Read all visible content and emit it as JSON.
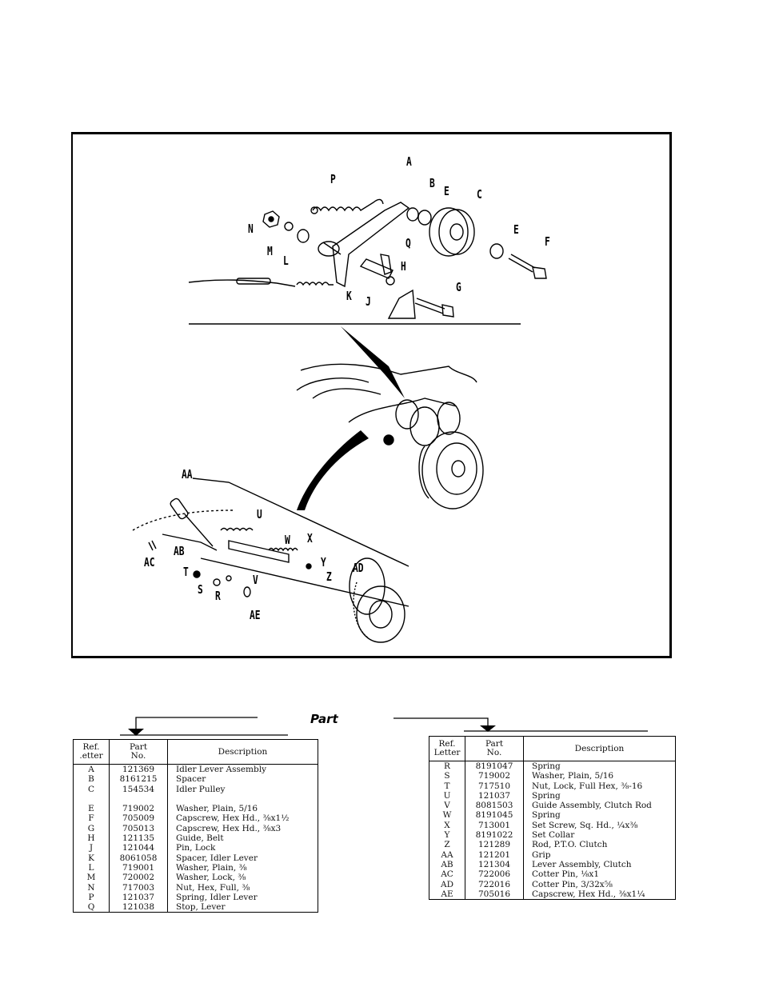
{
  "figure": {
    "callouts": {
      "P": "P",
      "A": "A",
      "B": "B",
      "E1": "E",
      "C": "C",
      "N": "N",
      "M": "M",
      "L": "L",
      "Q": "Q",
      "E2": "E",
      "F": "F",
      "H": "H",
      "K": "K",
      "J": "J",
      "G": "G",
      "AA": "AA",
      "U": "U",
      "W": "W",
      "X": "X",
      "AB": "AB",
      "Y": "Y",
      "AC": "AC",
      "T": "T",
      "V": "V",
      "AD": "AD",
      "Z": "Z",
      "S": "S",
      "R": "R",
      "AE": "AE"
    }
  },
  "heading": "Part",
  "table_headers": {
    "left": {
      "ref": ".etter",
      "ref_top": "Ref.",
      "part_top": "Part",
      "part": "No.",
      "desc": "Description"
    },
    "right": {
      "ref": "Letter",
      "ref_top": "Ref.",
      "part_top": "Part",
      "part": "No.",
      "desc": "Description"
    }
  },
  "left_table": [
    {
      "ref": "A",
      "part": "121369",
      "desc": "Idler Lever Assembly"
    },
    {
      "ref": "B",
      "part": "8161215",
      "desc": "Spacer"
    },
    {
      "ref": "C",
      "part": "154534",
      "desc": "Idler Pulley"
    },
    {
      "ref": "",
      "part": "",
      "desc": ""
    },
    {
      "ref": "E",
      "part": "719002",
      "desc": "Washer, Plain, 5/16"
    },
    {
      "ref": "F",
      "part": "705009",
      "desc": "Capscrew, Hex Hd., ⅜x1½"
    },
    {
      "ref": "G",
      "part": "705013",
      "desc": "Capscrew, Hex Hd., ⅜x3"
    },
    {
      "ref": "H",
      "part": "121135",
      "desc": "Guide, Belt"
    },
    {
      "ref": "J",
      "part": "121044",
      "desc": "Pin, Lock"
    },
    {
      "ref": "K",
      "part": "8061058",
      "desc": "Spacer, Idler Lever"
    },
    {
      "ref": "L",
      "part": "719001",
      "desc": "Washer, Plain, ⅜"
    },
    {
      "ref": "M",
      "part": "720002",
      "desc": "Washer, Lock, ⅜"
    },
    {
      "ref": "N",
      "part": "717003",
      "desc": "Nut, Hex, Full, ⅜"
    },
    {
      "ref": "P",
      "part": "121037",
      "desc": "Spring, Idler Lever"
    },
    {
      "ref": "Q",
      "part": "121038",
      "desc": "Stop, Lever"
    }
  ],
  "right_table": [
    {
      "ref": "R",
      "part": "8191047",
      "desc": "Spring"
    },
    {
      "ref": "S",
      "part": "719002",
      "desc": "Washer, Plain, 5/16"
    },
    {
      "ref": "T",
      "part": "717510",
      "desc": "Nut, Lock, Full Hex, ⅜-16"
    },
    {
      "ref": "U",
      "part": "121037",
      "desc": "Spring"
    },
    {
      "ref": "V",
      "part": "8081503",
      "desc": "Guide Assembly, Clutch Rod"
    },
    {
      "ref": "W",
      "part": "8191045",
      "desc": "Spring"
    },
    {
      "ref": "X",
      "part": "713001",
      "desc": "Set Screw, Sq. Hd., ¼x⅜"
    },
    {
      "ref": "Y",
      "part": "8191022",
      "desc": "Set Collar"
    },
    {
      "ref": "Z",
      "part": "121289",
      "desc": "Rod, P.T.O. Clutch"
    },
    {
      "ref": "AA",
      "part": "121201",
      "desc": "Grip"
    },
    {
      "ref": "AB",
      "part": "121304",
      "desc": "Lever Assembly, Clutch"
    },
    {
      "ref": "AC",
      "part": "722006",
      "desc": "Cotter Pin, ⅛x1"
    },
    {
      "ref": "AD",
      "part": "722016",
      "desc": "Cotter Pin, 3/32x⅝"
    },
    {
      "ref": "AE",
      "part": "705016",
      "desc": "Capscrew, Hex Hd., ⅜x1¼"
    }
  ]
}
